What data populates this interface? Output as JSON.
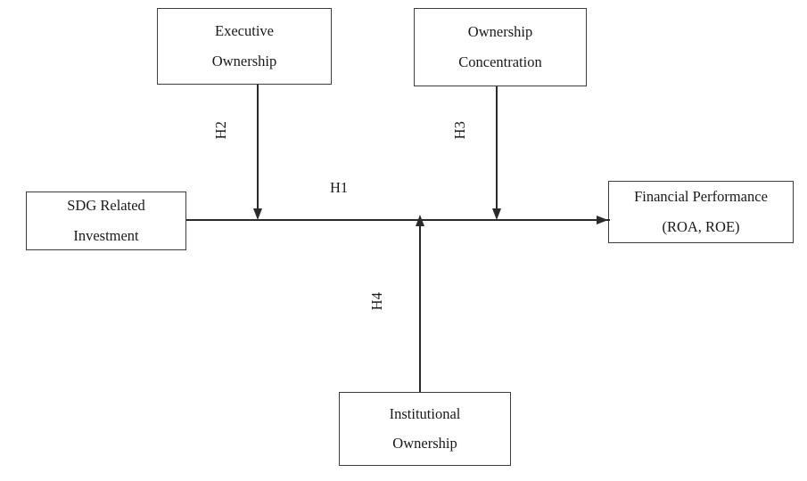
{
  "diagram": {
    "type": "conceptual-framework",
    "nodes": [
      {
        "id": "executive",
        "line1": "Executive",
        "line2": "Ownership"
      },
      {
        "id": "concentration",
        "line1": "Ownership",
        "line2": "Concentration"
      },
      {
        "id": "sdg",
        "line1": "SDG Related",
        "line2": "Investment"
      },
      {
        "id": "financial",
        "line1": "Financial Performance",
        "line2": "(ROA, ROE)"
      },
      {
        "id": "institutional",
        "line1": "Institutional",
        "line2": "Ownership"
      }
    ],
    "hypotheses": [
      {
        "id": "h1",
        "label": "H1",
        "from": "sdg",
        "to": "financial",
        "orientation": "horizontal",
        "direction": "right"
      },
      {
        "id": "h2",
        "label": "H2",
        "from": "executive",
        "to": "h1-path",
        "orientation": "vertical",
        "direction": "down"
      },
      {
        "id": "h3",
        "label": "H3",
        "from": "concentration",
        "to": "h1-path",
        "orientation": "vertical",
        "direction": "down"
      },
      {
        "id": "h4",
        "label": "H4",
        "from": "institutional",
        "to": "h1-path",
        "orientation": "vertical",
        "direction": "up"
      }
    ],
    "colors": {
      "background": "#ffffff",
      "node_border": "#3d3d3d",
      "line": "#2b2b2b",
      "text": "#1a1a1a"
    }
  }
}
